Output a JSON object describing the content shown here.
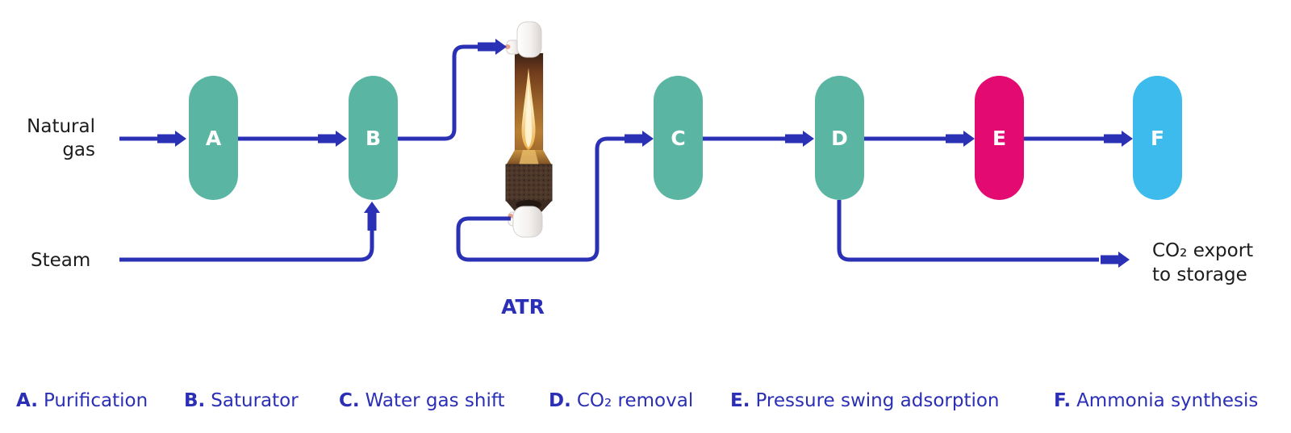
{
  "diagram": {
    "inputs": {
      "natural_gas_line1": "Natural",
      "natural_gas_line2": "gas",
      "steam": "Steam"
    },
    "reactor_label": "ATR",
    "output": {
      "line1": "CO₂ export",
      "line2": "to storage"
    },
    "pills": [
      {
        "letter": "A",
        "color": "#5BB5A3"
      },
      {
        "letter": "B",
        "color": "#5BB5A3"
      },
      {
        "letter": "C",
        "color": "#5BB5A3"
      },
      {
        "letter": "D",
        "color": "#5BB5A3"
      },
      {
        "letter": "E",
        "color": "#E30A72"
      },
      {
        "letter": "F",
        "color": "#3CBBEC"
      }
    ]
  },
  "legend": {
    "items": [
      {
        "key": "A.",
        "label": "Purification"
      },
      {
        "key": "B.",
        "label": "Saturator"
      },
      {
        "key": "C.",
        "label": "Water gas shift"
      },
      {
        "key": "D.",
        "label": "CO₂ removal"
      },
      {
        "key": "E.",
        "label": "Pressure swing adsorption"
      },
      {
        "key": "F.",
        "label": "Ammonia synthesis"
      }
    ]
  },
  "colors": {
    "flow_line": "#2B31B5",
    "process_teal": "#5BB5A3",
    "process_pink": "#E30A72",
    "process_sky_blue": "#3CBBEC",
    "legend_text": "#2B2FB5",
    "label_text": "#1c1c1c"
  }
}
